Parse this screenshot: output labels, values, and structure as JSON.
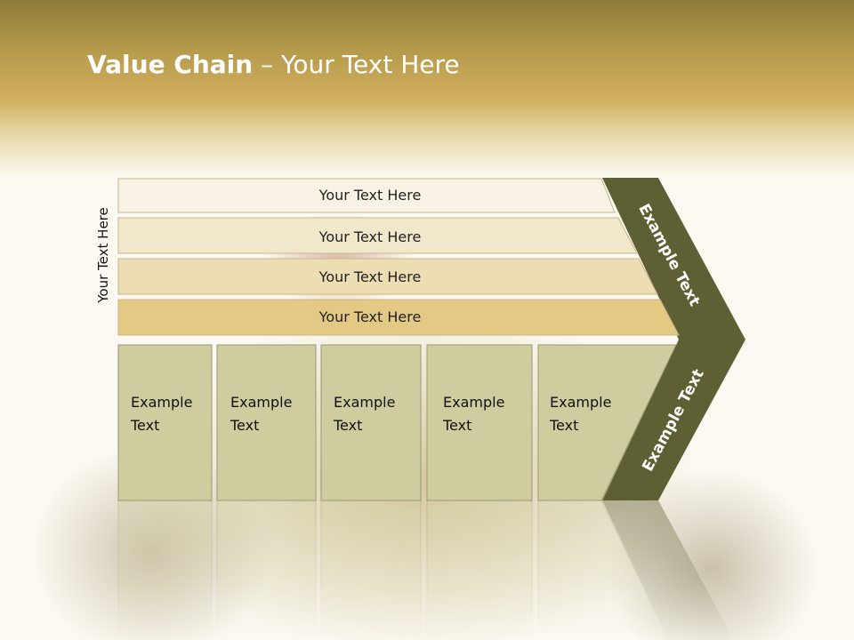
{
  "title": {
    "bold": "Value Chain",
    "rest": " – Your Text Here"
  },
  "side_label": "Your Text Here",
  "bars": [
    {
      "label": "Your Text Here",
      "color": "#f7f2e4"
    },
    {
      "label": "Your Text Here",
      "color": "#f1e7cb"
    },
    {
      "label": "Your Text Here",
      "color": "#ecddb2"
    },
    {
      "label": "Your Text Here",
      "color": "#e3c983"
    }
  ],
  "boxes": [
    {
      "line1": "Example",
      "line2": "Text"
    },
    {
      "line1": "Example",
      "line2": "Text"
    },
    {
      "line1": "Example",
      "line2": "Text"
    },
    {
      "line1": "Example",
      "line2": "Text"
    },
    {
      "line1": "Example",
      "line2": "Text"
    }
  ],
  "arrow": {
    "upper_label": "Example Text",
    "lower_label": "Example Text"
  },
  "colors": {
    "box_fill": "#cfcda0",
    "arrow_fill": "#5f5f34"
  }
}
